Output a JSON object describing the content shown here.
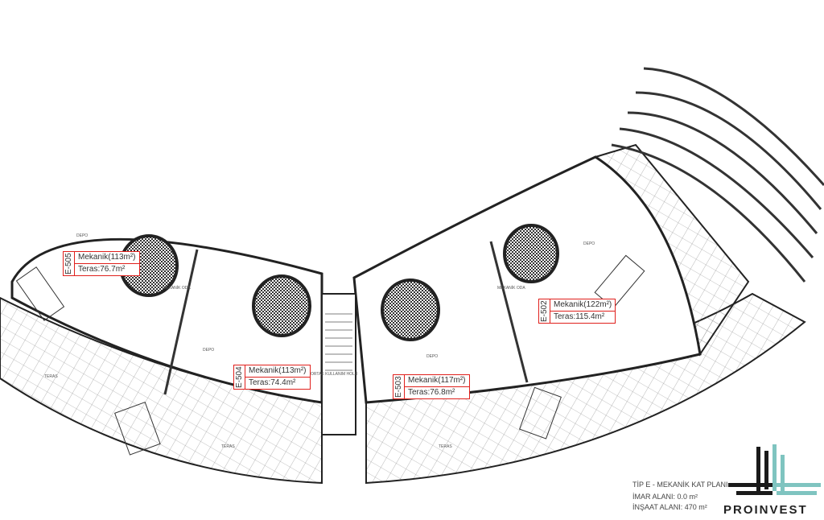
{
  "units": [
    {
      "id": "E-505",
      "mekanik": "Mekanik(113m²)",
      "teras": "Teras:76.7m²"
    },
    {
      "id": "E-504",
      "mekanik": "Mekanik(113m²)",
      "teras": "Teras:74.4m²"
    },
    {
      "id": "E-503",
      "mekanik": "Mekanik(117m²)",
      "teras": "Teras:76.8m²"
    },
    {
      "id": "E-502",
      "mekanik": "Mekanik(122m²)",
      "teras": "Teras:115.4m²"
    }
  ],
  "rooms": {
    "depo": "DEPO",
    "mekanik_oda": "MEKANİK ODA",
    "teras": "TERAS",
    "ortak_hol": "ORTAK KULLANIM HOLÜ"
  },
  "caption": {
    "title": "TİP E - MEKANİK KAT PLANI",
    "imar": "İMAR ALANI: 0.0 m²",
    "insaat": "İNŞAAT ALANI: 470 m²"
  },
  "brand": {
    "name": "PROINVEST",
    "colors": {
      "dark": "#1a1a1a",
      "teal": "#7fc4c0"
    }
  },
  "accent": "#e0201c"
}
